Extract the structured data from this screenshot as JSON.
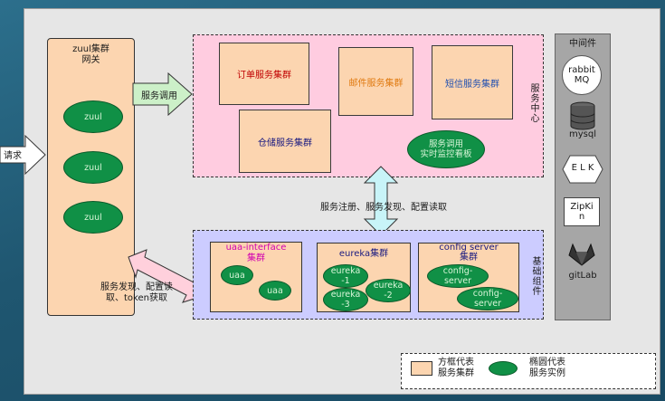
{
  "request_label": "请求",
  "gateway": {
    "title": "zuul集群",
    "subtitle": "网关",
    "instances": [
      "zuul",
      "zuul",
      "zuul"
    ]
  },
  "service_call_arrow_label": "服务调用",
  "service_center": {
    "side_label": "服务中心",
    "clusters": {
      "order": "订单服务集群",
      "mail": "邮件服务集群",
      "sms": "短信服务集群",
      "warehouse": "仓储服务集群"
    },
    "monitor": "服务调用\n实时监控看板"
  },
  "middle_label": "服务注册、服务发现、配置读取",
  "left_arrow_label": "服务发现、配置读\n取、token获取",
  "foundation": {
    "side_label": "基础组件",
    "uaa": {
      "title": "uaa-interface\n集群",
      "instances": [
        "uaa",
        "uaa"
      ]
    },
    "eureka": {
      "title": "eureka集群",
      "instances": [
        "eureka\n-1",
        "eureka\n-2",
        "eureka\n-3"
      ]
    },
    "config": {
      "title": "config server\n集群",
      "instances": [
        "config-\nserver",
        "config-\nserver"
      ]
    }
  },
  "middleware": {
    "title": "中间件",
    "items": [
      "rabbit\nMQ",
      "mysql",
      "E L K",
      "ZipKi\nn",
      "gitLab"
    ]
  },
  "legend": {
    "box_label": "方框代表\n服务集群",
    "ellipse_label": "椭圆代表\n服务实例"
  },
  "colors": {
    "title_red": "#c00000",
    "title_orange": "#e07a10",
    "title_blue": "#1f4fb0",
    "title_navy": "#1a1a80",
    "title_magenta": "#d100b0"
  }
}
